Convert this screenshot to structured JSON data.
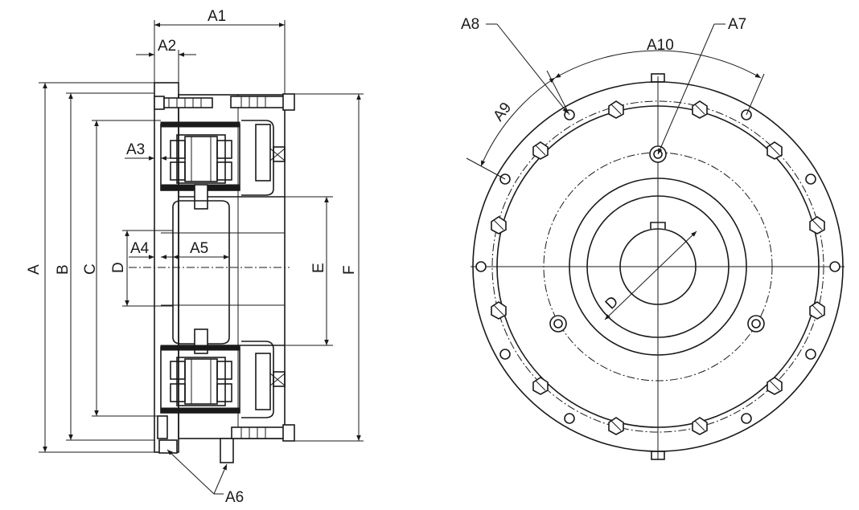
{
  "labels": {
    "A1": "A1",
    "A2": "A2",
    "A3": "A3",
    "A4": "A4",
    "A5": "A5",
    "A6": "A6",
    "A7": "A7",
    "A8": "A8",
    "A9": "A9",
    "A10": "A10",
    "A": "A",
    "B": "B",
    "C": "C",
    "D": "D",
    "E": "E",
    "F": "F",
    "D_front": "D"
  },
  "colors": {
    "line": "#1a1a1a",
    "background": "#ffffff"
  }
}
